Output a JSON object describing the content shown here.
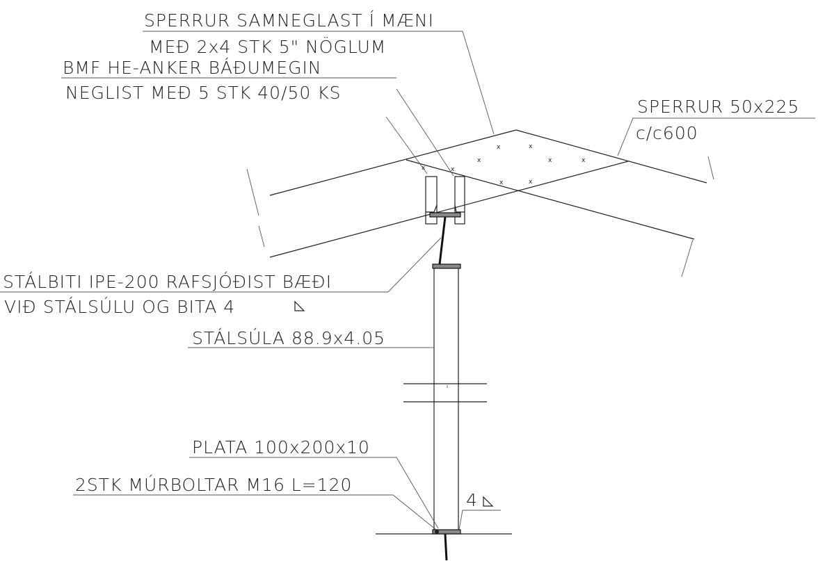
{
  "labels": {
    "rafters_joint_1": "SPERRUR SAMNEGLAST Í MÆNI",
    "rafters_joint_2": "MEÐ 2x4 STK 5\" NÖGLUM",
    "anchor_1": "BMF HE-ANKER BÁÐUMEGIN",
    "anchor_2": "NEGLIST MEÐ 5 STK 40/50 KS",
    "rafters_1": "SPERRUR 50x225",
    "rafters_2": "c/c600",
    "beam_1": "STÁLBITI IPE-200 RAFSJÓÐIST BÆÐI",
    "beam_2": "VIÐ STÁLSÚLU OG BITA 4",
    "column": "STÁLSÚLA 88.9x4.05",
    "plate": "PLATA 100x200x10",
    "bolts": "2STK MÚRBOLTAR M16 L=120",
    "weld": "4"
  },
  "colors": {
    "ink": "#1e1e1e",
    "background": "#ffffff"
  }
}
